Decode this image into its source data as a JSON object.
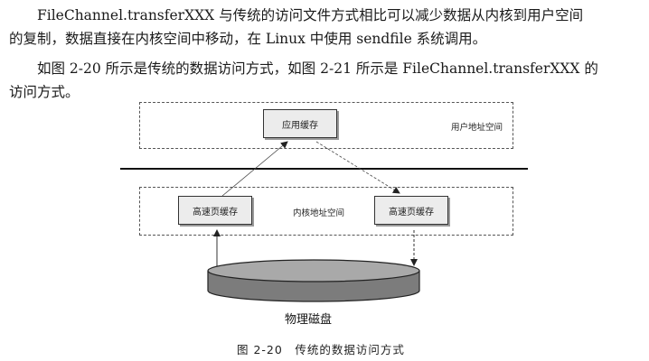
{
  "paragraphs": [
    {
      "line1": "FileChannel.transferXXX 与传统的访问文件方式相比可以减少数据从内核到用户空间",
      "line2": "的复制，数据直接在内核空间中移动，在 Linux 中使用 sendfile 系统调用。"
    },
    {
      "line1": "如图 2-20 所示是传统的数据访问方式，如图 2-21 所示是 FileChannel.transferXXX 的",
      "line2": "访问方式。"
    }
  ],
  "figure": {
    "app_cache": "应用缓存",
    "user_space_label": "用户地址空间",
    "kernel_space_label": "内核地址空间",
    "page_cache_left": "高速页缓存",
    "page_cache_right": "高速页缓存",
    "disk_label": "物理磁盘",
    "caption": "图 2-20　传统的数据访问方式"
  }
}
